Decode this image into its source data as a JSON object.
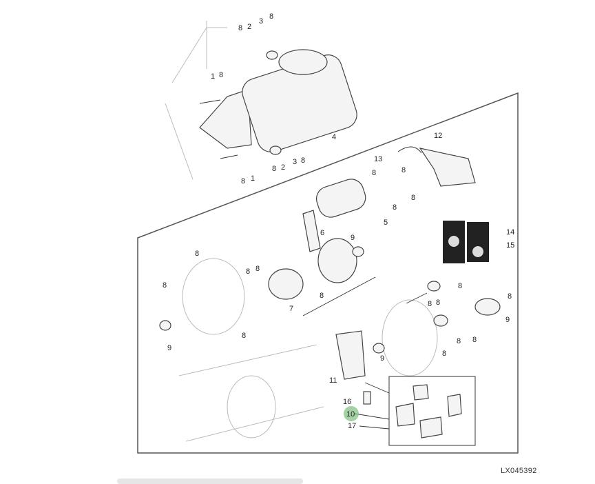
{
  "diagram": {
    "reference_code": "LX045392",
    "highlight_color": "#7fbf7f",
    "callouts": [
      "8",
      "2",
      "3",
      "8",
      "1",
      "8",
      "4",
      "8",
      "2",
      "3",
      "8",
      "8",
      "1",
      "12",
      "13",
      "8",
      "8",
      "8",
      "8",
      "5",
      "6",
      "9",
      "14",
      "15",
      "8",
      "8",
      "8",
      "8",
      "7",
      "8",
      "8",
      "9",
      "8",
      "8",
      "8",
      "8",
      "9",
      "8",
      "8",
      "8",
      "9",
      "11",
      "16",
      "10",
      "17"
    ]
  }
}
